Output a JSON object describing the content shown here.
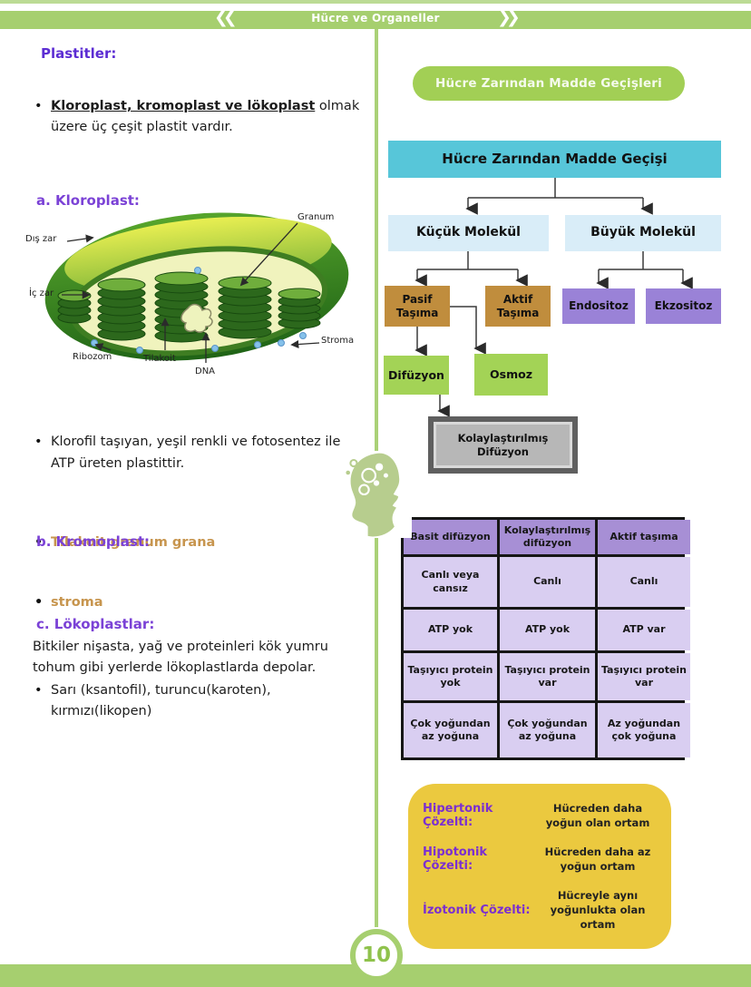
{
  "header": {
    "title": "Hücre ve Organeller"
  },
  "footer": {
    "page_number": "10"
  },
  "left": {
    "title": "Plastitler:",
    "intro": {
      "bold": "Kloroplast, kromoplast ve lökoplast",
      "rest": " olmak üzere üç çeşit plastit vardır."
    },
    "kloroplast": {
      "heading": "a. Kloroplast:",
      "diagram_labels": {
        "granum": "Granum",
        "dis_zar": "Dış zar",
        "ic_zar": "İç zar",
        "ribozom": "Ribozom",
        "tilakoit": "Tilakoit",
        "dna": "DNA",
        "stroma": "Stroma"
      },
      "bullet_klorofil": "Klorofil taşıyan, yeşil renkli ve fotosentez ile ATP üreten plastittir.",
      "bullet_tilakoit": "Tilakoit granum  grana",
      "bullet_stroma": "stroma"
    },
    "kromoplast": {
      "heading": "b. Kromoplast:",
      "bullet": "Sarı (ksantofil), turuncu(karoten), kırmızı(likopen)"
    },
    "lokoplast": {
      "heading": "c. Lökoplastlar:",
      "text": "Bitkiler nişasta, yağ ve proteinleri kök yumru tohum gibi yerlerde lökoplastlarda depolar."
    }
  },
  "right": {
    "pill_label": "Hücre Zarından Madde Geçişleri",
    "flow": {
      "root": "Hücre Zarından Madde Geçişi",
      "kucuk": "Küçük Molekül",
      "buyuk": "Büyük Molekül",
      "pasif": "Pasif Taşıma",
      "aktif": "Aktif Taşıma",
      "endositoz": "Endositoz",
      "ekzositoz": "Ekzositoz",
      "difuzyon": "Difüzyon",
      "osmoz": "Osmoz",
      "kolaylastirilmis": "Kolaylaştırılmış Difüzyon"
    },
    "table": {
      "headers": [
        "Basit difüzyon",
        "Kolaylaştırılmış difüzyon",
        "Aktif taşıma"
      ],
      "rows": [
        [
          "Canlı veya cansız",
          "Canlı",
          "Canlı"
        ],
        [
          "ATP yok",
          "ATP yok",
          "ATP var"
        ],
        [
          "Taşıyıcı protein yok",
          "Taşıyıcı protein var",
          "Taşıyıcı protein var"
        ],
        [
          "Çok yoğundan az yoğuna",
          "Çok yoğundan az yoğuna",
          "Az yoğundan çok yoğuna"
        ]
      ]
    },
    "solutions": [
      {
        "label": "Hipertonik Çözelti:",
        "desc": "Hücreden daha yoğun olan ortam"
      },
      {
        "label": "Hipotonik Çözelti:",
        "desc": "Hücreden daha az yoğun ortam"
      },
      {
        "label": "İzotonik Çözelti:",
        "desc": "Hücreyle aynı yoğunlukta olan ortam"
      }
    ]
  },
  "colors": {
    "banner_green": "#a6cf6f",
    "pill_green": "#a2cf55",
    "flow_cyan": "#57c6d9",
    "flow_light_blue": "#d9edf8",
    "flow_tan": "#c08d3d",
    "flow_purple": "#9a82d7",
    "flow_green": "#a3d356",
    "flow_gray": "#b7b7b7",
    "table_header_purple": "#a78fd5",
    "table_cell_purple": "#d9cef1",
    "solutions_yellow": "#ebc93f",
    "heading_purple": "#5c2dd3",
    "sub_heading_purple": "#7b42d6",
    "tan_text": "#c7954e"
  }
}
